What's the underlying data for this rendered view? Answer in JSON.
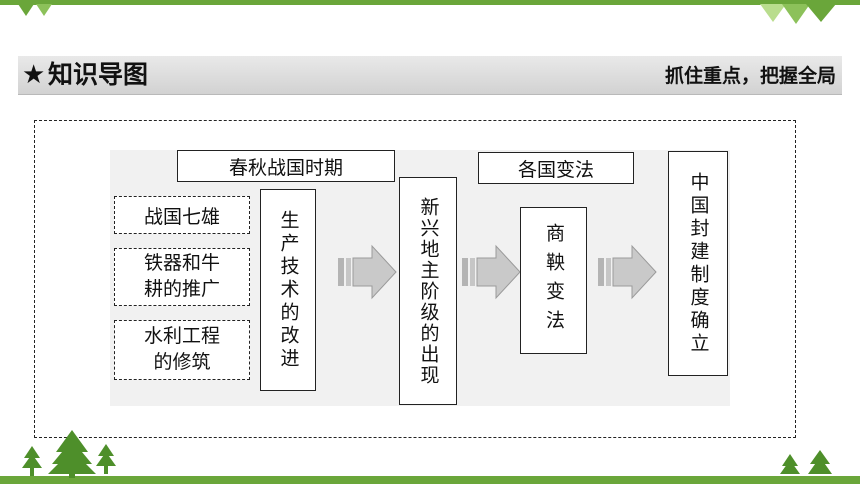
{
  "header": {
    "star": "★",
    "title": "知识导图",
    "subtitle": "抓住重点，把握全局"
  },
  "diagram": {
    "period_label": "春秋战国时期",
    "reform_label": "各国变法",
    "factors": [
      "战国七雄",
      "铁器和牛\n耕的推广",
      "水利工程\n的修筑"
    ],
    "productivity": "生产技术的改进",
    "landlord": "新兴地主阶级的出现",
    "shang_yang": "商鞅变法",
    "result": "中国封建制度确立"
  },
  "colors": {
    "accent_green": "#6aa63a",
    "header_band": "#dcdcdc"
  }
}
